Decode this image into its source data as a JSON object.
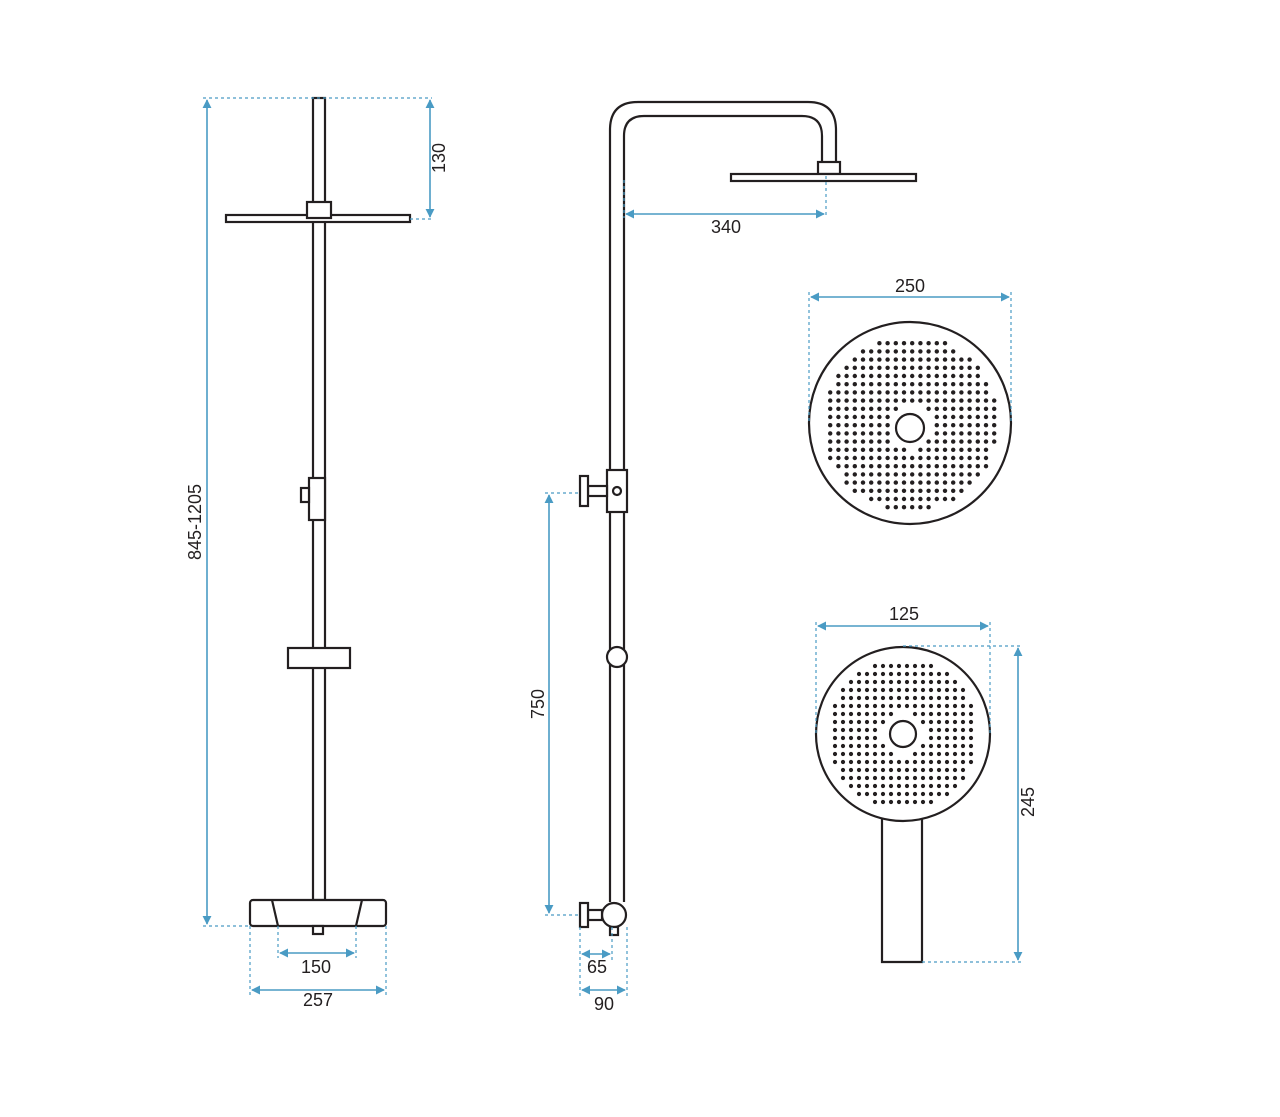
{
  "colors": {
    "line": "#231f20",
    "dimension": "#4a9bc4",
    "background": "#ffffff"
  },
  "dimensions": {
    "front_total_height": "845-1205",
    "front_head_drop": "130",
    "front_mixer_centres": "150",
    "front_mixer_width": "257",
    "side_arm_reach": "340",
    "side_mixer_height": "750",
    "side_mixer_depth_inner": "65",
    "side_mixer_depth_outer": "90",
    "overhead_diameter": "250",
    "hand_head_diameter": "125",
    "hand_total_length": "245"
  }
}
